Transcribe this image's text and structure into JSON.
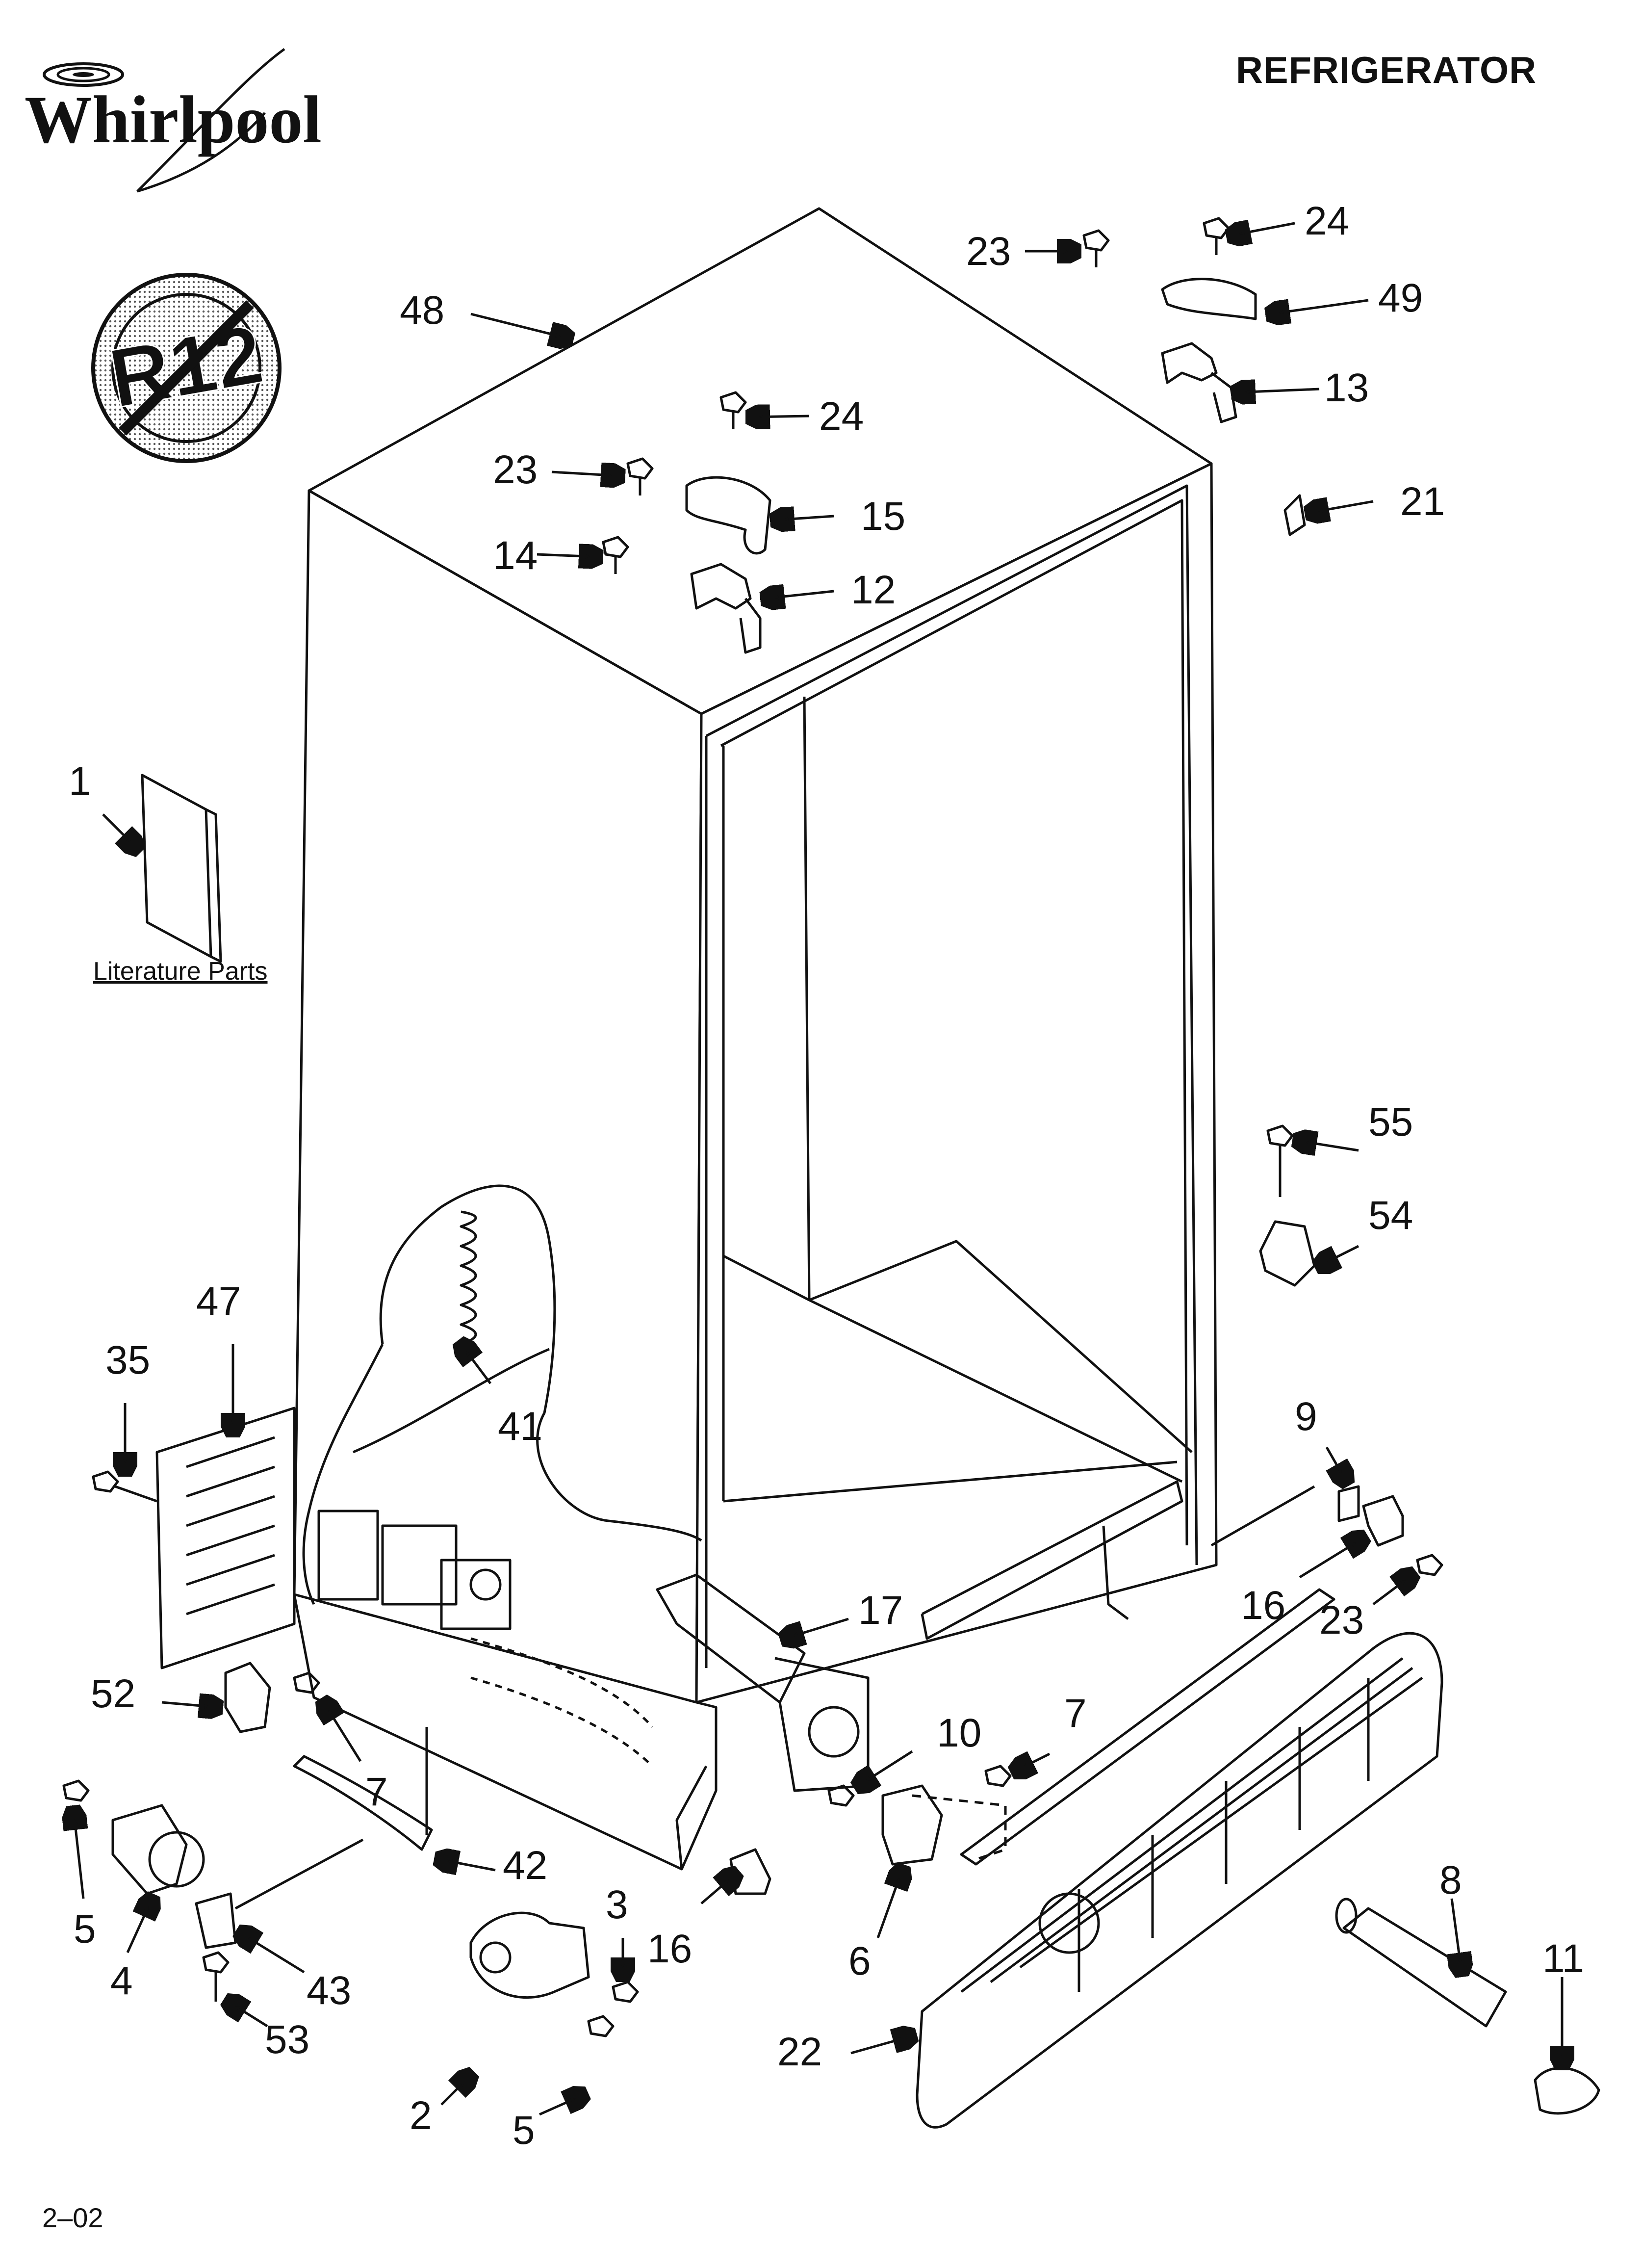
{
  "header": {
    "title": "REFRIGERATOR",
    "brand": "Whirlpool"
  },
  "footer": {
    "code": "2–02"
  },
  "badge": {
    "text": "R12"
  },
  "literature": {
    "label": "Literature Parts"
  },
  "callouts": [
    {
      "id": "c48",
      "label": "48"
    },
    {
      "id": "c23a",
      "label": "23"
    },
    {
      "id": "c24a",
      "label": "24"
    },
    {
      "id": "c49",
      "label": "49"
    },
    {
      "id": "c13",
      "label": "13"
    },
    {
      "id": "c21",
      "label": "21"
    },
    {
      "id": "c24b",
      "label": "24"
    },
    {
      "id": "c23b",
      "label": "23"
    },
    {
      "id": "c15",
      "label": "15"
    },
    {
      "id": "c14",
      "label": "14"
    },
    {
      "id": "c12",
      "label": "12"
    },
    {
      "id": "c1",
      "label": "1"
    },
    {
      "id": "c55",
      "label": "55"
    },
    {
      "id": "c54",
      "label": "54"
    },
    {
      "id": "c47",
      "label": "47"
    },
    {
      "id": "c35",
      "label": "35"
    },
    {
      "id": "c41",
      "label": "41"
    },
    {
      "id": "c9",
      "label": "9"
    },
    {
      "id": "c16a",
      "label": "16"
    },
    {
      "id": "c23c",
      "label": "23"
    },
    {
      "id": "c17",
      "label": "17"
    },
    {
      "id": "c52",
      "label": "52"
    },
    {
      "id": "c7a",
      "label": "7"
    },
    {
      "id": "c10",
      "label": "10"
    },
    {
      "id": "c7b",
      "label": "7"
    },
    {
      "id": "c42",
      "label": "42"
    },
    {
      "id": "c5a",
      "label": "5"
    },
    {
      "id": "c4",
      "label": "4"
    },
    {
      "id": "c43",
      "label": "43"
    },
    {
      "id": "c53",
      "label": "53"
    },
    {
      "id": "c3",
      "label": "3"
    },
    {
      "id": "c16b",
      "label": "16"
    },
    {
      "id": "c6",
      "label": "6"
    },
    {
      "id": "c8",
      "label": "8"
    },
    {
      "id": "c11",
      "label": "11"
    },
    {
      "id": "c2",
      "label": "2"
    },
    {
      "id": "c5b",
      "label": "5"
    },
    {
      "id": "c22",
      "label": "22"
    }
  ]
}
